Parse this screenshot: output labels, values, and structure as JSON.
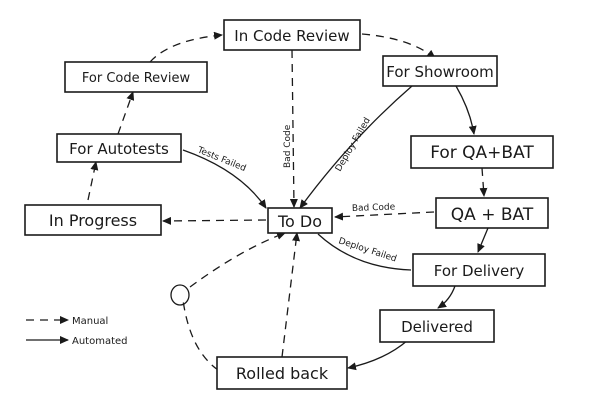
{
  "nodes": {
    "in_code_review": "In Code Review",
    "for_code_review": "For Code Review",
    "for_showroom": "For Showroom",
    "for_autotests": "For Autotests",
    "for_qa_bat": "For QA+BAT",
    "in_progress": "In Progress",
    "to_do": "To Do",
    "qa_bat": "QA + BAT",
    "for_delivery": "For Delivery",
    "delivered": "Delivered",
    "rolled_back": "Rolled back"
  },
  "edge_labels": {
    "bad_code_vertical": "Bad Code",
    "deploy_failed_upper": "Deploy Failed",
    "tests_failed": "Tests Failed",
    "bad_code_horizontal": "Bad Code",
    "deploy_failed_lower": "Deploy Failed"
  },
  "legend": {
    "manual": "Manual",
    "automated": "Automated"
  }
}
